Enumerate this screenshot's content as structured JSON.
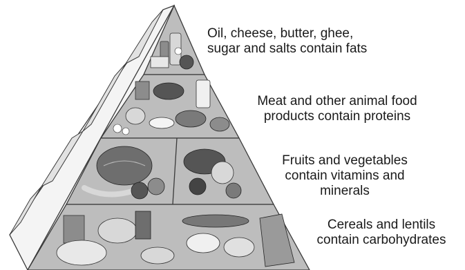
{
  "tiers": [
    {
      "id": "fats",
      "lines": [
        "Oil, cheese, butter, ghee,",
        "sugar and salts contain fats"
      ],
      "illustration": "oils-dairy-sugar"
    },
    {
      "id": "proteins",
      "lines": [
        "Meat and other animal food",
        "products contain proteins"
      ],
      "illustration": "meat-eggs-milk"
    },
    {
      "id": "vitamins",
      "lines": [
        "Fruits and vegetables",
        "contain vitamins and",
        "minerals"
      ],
      "illustration": "fruits-vegetables"
    },
    {
      "id": "carbs",
      "lines": [
        "Cereals and lentils",
        "contain carbohydrates"
      ],
      "illustration": "grains-breads-lentils"
    }
  ],
  "colors": {
    "outline": "#3a3a3a",
    "side_face": "#e6e6e6",
    "tier_fill": "#bdbdbd",
    "food_dark": "#555555",
    "food_mid": "#8c8c8c",
    "food_light": "#d8d8d8",
    "text": "#1a1a1a"
  }
}
